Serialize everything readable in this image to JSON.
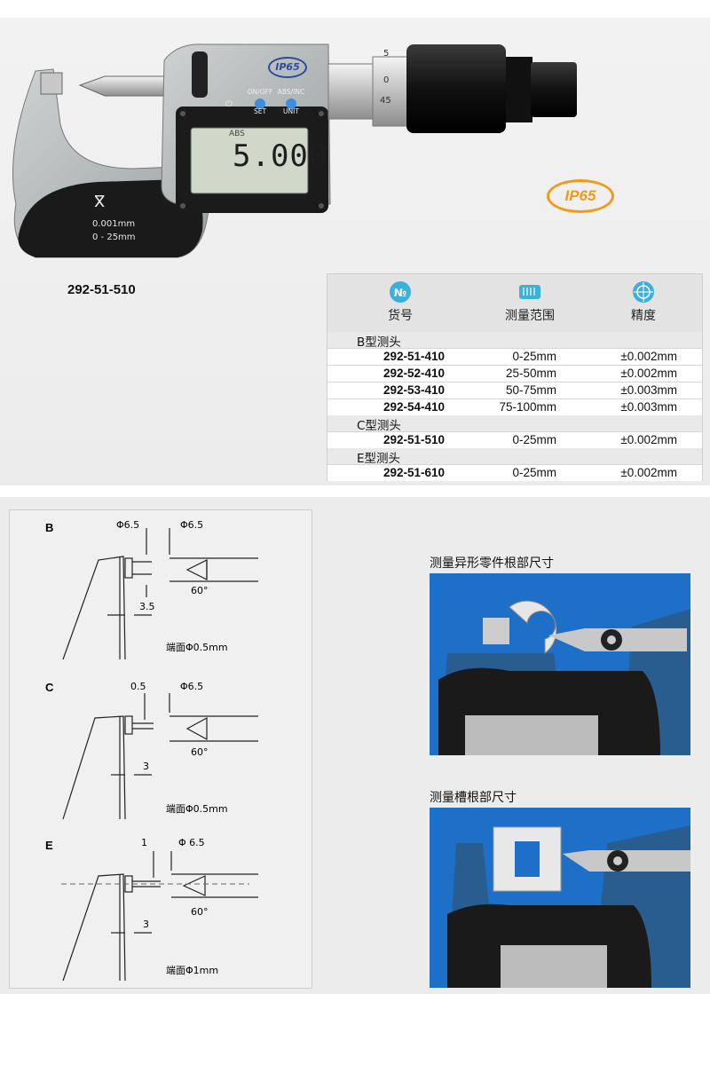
{
  "product": {
    "sku": "292-51-510",
    "display_reading": "5.000",
    "display_mode": "ABS",
    "buttons": [
      {
        "top": "ON/OFF",
        "bottom": "SET"
      },
      {
        "top": "ABS/INC",
        "bottom": "UNIT"
      }
    ],
    "frame_resolution": "0.001mm",
    "frame_range": "0 - 25mm",
    "badge_small": "IP65",
    "badge_large": "IP65",
    "thimble_ticks": [
      "5",
      "0",
      "45"
    ]
  },
  "spec_table": {
    "headers": [
      {
        "icon": "number-icon",
        "label": "货号"
      },
      {
        "icon": "range-icon",
        "label": "测量范围"
      },
      {
        "icon": "target-icon",
        "label": "精度"
      }
    ],
    "groups": [
      {
        "name": "B型测头",
        "rows": [
          {
            "code": "292-51-410",
            "range": "0-25mm",
            "accuracy": "±0.002mm"
          },
          {
            "code": "292-52-410",
            "range": "25-50mm",
            "accuracy": "±0.002mm"
          },
          {
            "code": "292-53-410",
            "range": "50-75mm",
            "accuracy": "±0.003mm"
          },
          {
            "code": "292-54-410",
            "range": "75-100mm",
            "accuracy": "±0.003mm"
          }
        ]
      },
      {
        "name": "C型测头",
        "rows": [
          {
            "code": "292-51-510",
            "range": "0-25mm",
            "accuracy": "±0.002mm"
          }
        ]
      },
      {
        "name": "E型测头",
        "rows": [
          {
            "code": "292-51-610",
            "range": "0-25mm",
            "accuracy": "±0.002mm"
          }
        ]
      }
    ]
  },
  "diagrams": [
    {
      "type": "B",
      "dim_a": "Φ6.5",
      "dim_b": "Φ6.5",
      "dim_c": "3.5",
      "angle": "60°",
      "face": "端面Φ0.5mm"
    },
    {
      "type": "C",
      "dim_a": "0.5",
      "dim_b": "Φ6.5",
      "dim_c": "3",
      "angle": "60°",
      "face": "端面Φ0.5mm"
    },
    {
      "type": "E",
      "dim_a": "1",
      "dim_b": "Φ 6.5",
      "dim_c": "3",
      "angle": "60°",
      "face": "端面Φ1mm"
    }
  ],
  "photos": [
    {
      "caption": "测量异形零件根部尺寸"
    },
    {
      "caption": "测量槽根部尺寸"
    }
  ],
  "colors": {
    "ip_badge": "#f29a17",
    "photo_bg": "#1f6fc6",
    "frame_dark": "#1a1a1a"
  }
}
